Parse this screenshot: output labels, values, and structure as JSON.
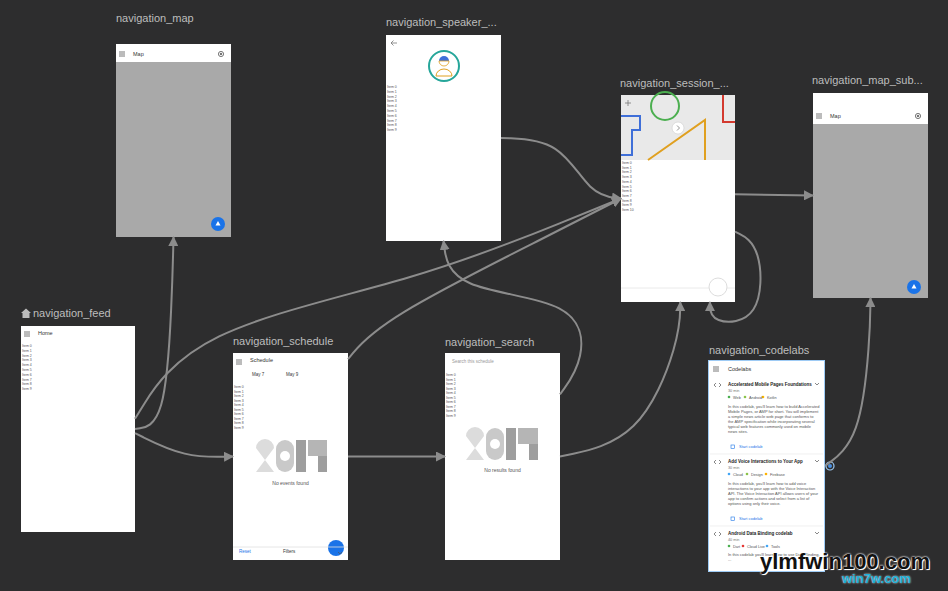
{
  "diagram": {
    "nodes": [
      {
        "text": [
          "navigation_map",
          "Map"
        ]
      },
      {
        "text": [
          "navigation_speaker_...",
          "Item 0",
          "Item 1",
          "Item 2",
          "Item 3",
          "Item 4",
          "Item 5",
          "Item 6",
          "Item 7",
          "Item 8",
          "Item 9"
        ]
      },
      {
        "text": [
          "navigation_session_...",
          "Item 0",
          "Item 1",
          "Item 2",
          "Item 3",
          "Item 4",
          "Item 5",
          "Item 6",
          "Item 7",
          "Item 8",
          "Item 9",
          "Item 10"
        ]
      },
      {
        "text": [
          "navigation_map_sub...",
          "Map"
        ]
      },
      {
        "text": [
          "navigation_feed",
          "Home",
          "Item 0",
          "Item 1",
          "Item 2",
          "Item 3",
          "Item 4",
          "Item 5",
          "Item 6",
          "Item 7",
          "Item 8",
          "Item 9"
        ]
      },
      {
        "text": [
          "navigation_schedule",
          "Schedule",
          "May 7",
          "May 9",
          "Item 0",
          "Item 1",
          "Item 2",
          "Item 3",
          "Item 4",
          "Item 5",
          "Item 6",
          "Item 7",
          "Item 8",
          "Item 9",
          "No events found",
          "Reset",
          "Filters"
        ]
      },
      {
        "text": [
          "navigation_search",
          "Search this schedule",
          "Item 0",
          "Item 1",
          "Item 2",
          "Item 3",
          "Item 4",
          "Item 5",
          "Item 6",
          "Item 7",
          "Item 8",
          "Item 9",
          "No results found"
        ]
      },
      {
        "text": [
          "navigation_codelabs",
          "Codelabs",
          "Accelerated Mobile Pages Foundations",
          "30 min",
          "Web",
          "Android",
          "Kotlin",
          "In this codelab, you'll learn how to build Accelerated Mobile Pages, or AMP for short. You will implement a simple news article web page that conforms to the AMP specification while incorporating several typical web features commonly used on mobile news sites.",
          "Start codelab",
          "Add Voice Interactions to Your App",
          "30 min",
          "Cloud",
          "Design",
          "Firebase",
          "In this codelab, you'll learn how to add voice interactions to your app with the Voice Interaction API. The Voice Interaction API allows users of your app to confirm actions and select from a list of options using only their voice.",
          "Start codelab",
          "Android Data Binding codelab",
          "40 min",
          "Dart",
          "Cloud Live",
          "Tools",
          "In this codelab you'll learn how to use Data Binding, ..."
        ]
      }
    ],
    "edges": [
      {
        "from": 4,
        "to": 0,
        "arrow": "to"
      },
      {
        "from": 4,
        "to": 5,
        "arrow": "to"
      },
      {
        "from": 4,
        "to": 2,
        "arrow": "to"
      },
      {
        "from": 5,
        "to": 6,
        "arrow": "to"
      },
      {
        "from": 5,
        "to": 2,
        "arrow": "to"
      },
      {
        "from": 6,
        "to": 1,
        "arrow": "to"
      },
      {
        "from": 6,
        "to": 2,
        "arrow": "to"
      },
      {
        "from": 1,
        "to": 2,
        "arrow": "to"
      },
      {
        "from": 2,
        "to": 3,
        "arrow": "to"
      },
      {
        "from": 2,
        "to": 2,
        "arrow": "to"
      },
      {
        "from": 7,
        "to": 3,
        "arrow": "to"
      }
    ],
    "labels": [
      "ylmfwin100.com",
      "win7w.com"
    ]
  }
}
